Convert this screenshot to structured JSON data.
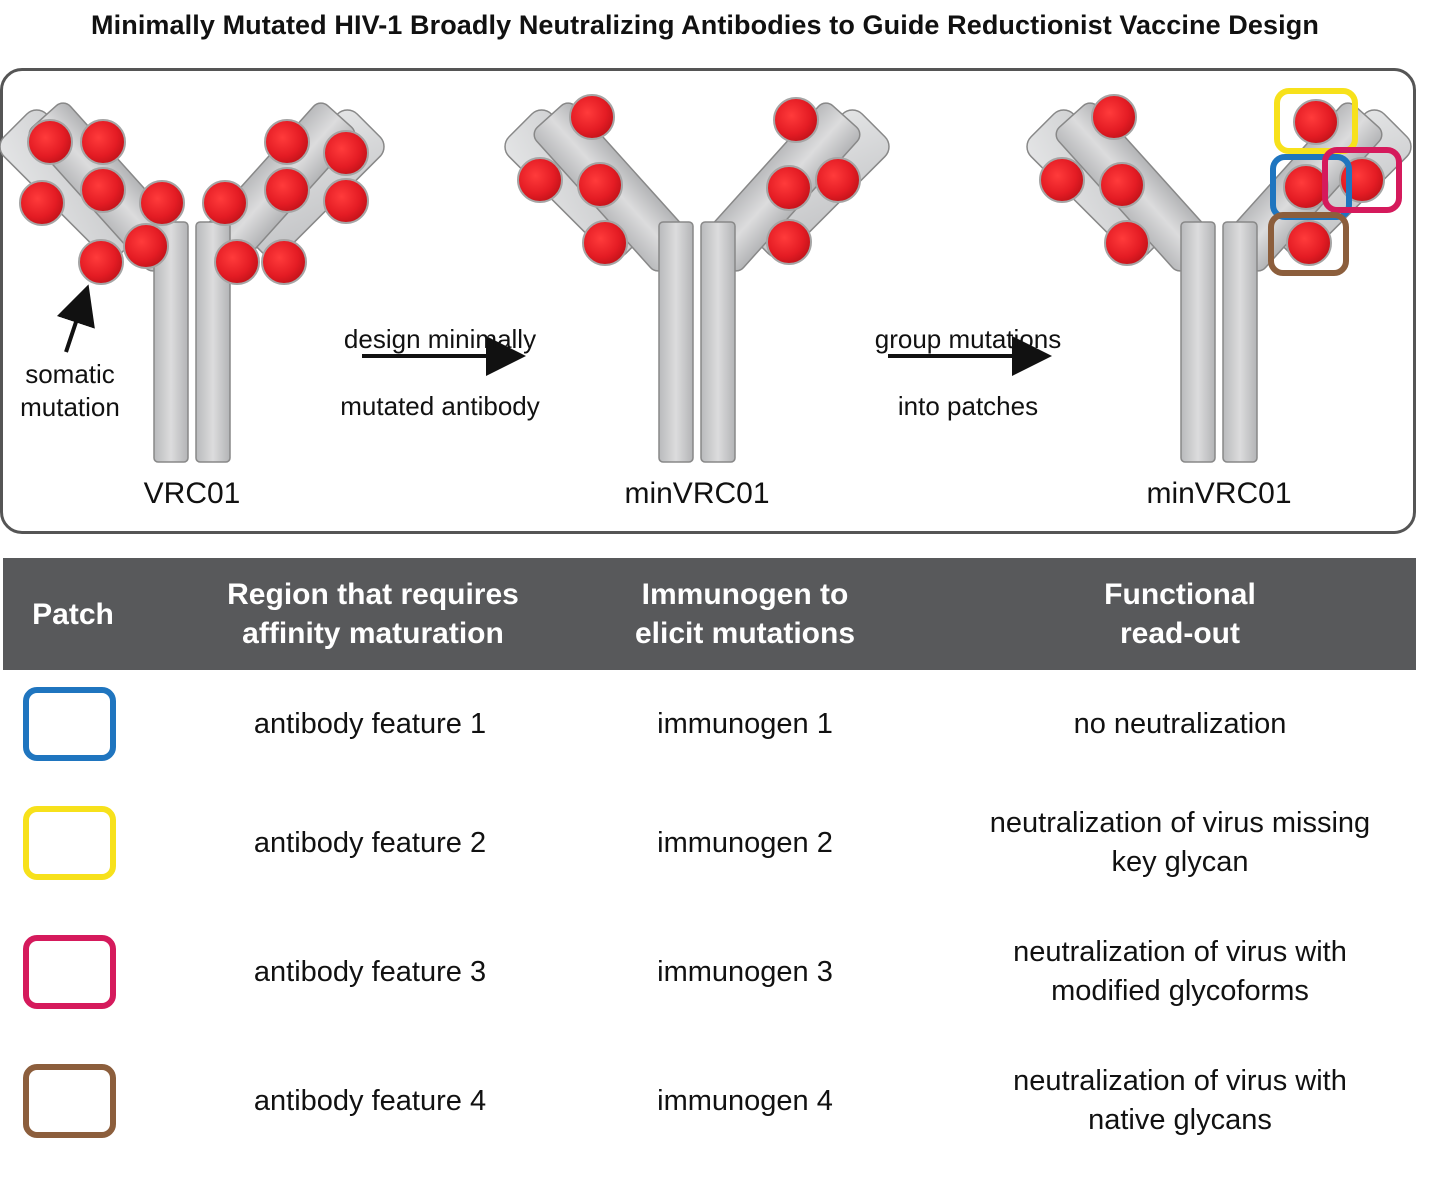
{
  "title": "Minimally Mutated HIV-1 Broadly Neutralizing Antibodies to Guide Reductionist Vaccine Design",
  "diagram": {
    "antibody_1_label": "VRC01",
    "antibody_2_label": "minVRC01",
    "antibody_3_label": "minVRC01",
    "mutation_label_line1": "somatic",
    "mutation_label_line2": "mutation",
    "arrow1_line1": "design minimally",
    "arrow1_line2": "mutated antibody",
    "arrow2_line1": "group mutations",
    "arrow2_line2": "into patches",
    "colors": {
      "antibody_fill": "#c9cacb",
      "mutation_red": "#e41c24",
      "patch_blue": "#1f75bf",
      "patch_yellow": "#f7e11b",
      "patch_pink": "#d51a5c",
      "patch_brown": "#8c5e3c"
    }
  },
  "table": {
    "headers": {
      "patch": "Patch",
      "region": [
        "Region that requires",
        "affinity maturation"
      ],
      "immunogen": [
        "Immunogen to",
        "elicit mutations"
      ],
      "readout": [
        "Functional",
        "read-out"
      ]
    },
    "header_color": "#58595b",
    "rows": [
      {
        "patch_color": "#1f75bf",
        "region": "antibody feature 1",
        "immunogen": "immunogen 1",
        "readout": [
          "no neutralization"
        ]
      },
      {
        "patch_color": "#f7e11b",
        "region": "antibody feature 2",
        "immunogen": "immunogen 2",
        "readout": [
          "neutralization of virus missing",
          "key glycan"
        ]
      },
      {
        "patch_color": "#d51a5c",
        "region": "antibody feature 3",
        "immunogen": "immunogen 3",
        "readout": [
          "neutralization of virus with",
          "modified glycoforms"
        ]
      },
      {
        "patch_color": "#8c5e3c",
        "region": "antibody feature 4",
        "immunogen": "immunogen 4",
        "readout": [
          "neutralization of virus with",
          "native glycans"
        ]
      }
    ]
  }
}
